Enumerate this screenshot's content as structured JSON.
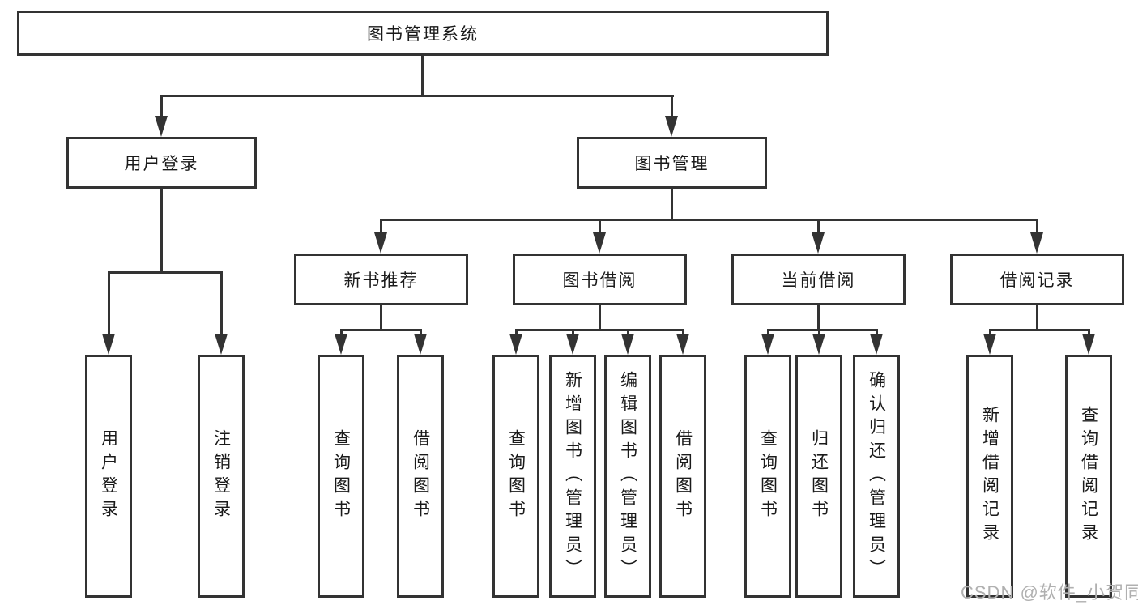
{
  "diagram": {
    "root": {
      "label": "图书管理系统"
    },
    "level2": [
      {
        "label": "用户登录"
      },
      {
        "label": "图书管理"
      }
    ],
    "level3": [
      {
        "label": "新书推荐",
        "parent": "图书管理"
      },
      {
        "label": "图书借阅",
        "parent": "图书管理"
      },
      {
        "label": "当前借阅",
        "parent": "图书管理"
      },
      {
        "label": "借阅记录",
        "parent": "图书管理"
      }
    ],
    "leaves": [
      {
        "label": "用户登录",
        "parent": "用户登录"
      },
      {
        "label": "注销登录",
        "parent": "用户登录"
      },
      {
        "label": "查询图书",
        "parent": "新书推荐"
      },
      {
        "label": "借阅图书",
        "parent": "新书推荐"
      },
      {
        "label": "查询图书",
        "parent": "图书借阅"
      },
      {
        "label": "新增图书（管理员）",
        "parent": "图书借阅"
      },
      {
        "label": "编辑图书（管理员）",
        "parent": "图书借阅"
      },
      {
        "label": "借阅图书",
        "parent": "图书借阅"
      },
      {
        "label": "查询图书",
        "parent": "当前借阅"
      },
      {
        "label": "归还图书",
        "parent": "当前借阅"
      },
      {
        "label": "确认归还（管理员）",
        "parent": "当前借阅"
      },
      {
        "label": "新增借阅记录",
        "parent": "借阅记录"
      },
      {
        "label": "查询借阅记录",
        "parent": "借阅记录"
      }
    ]
  },
  "colors": {
    "line": "#333333",
    "text": "#1a1a1a",
    "background": "#ffffff",
    "watermark": "#b0b0b0"
  },
  "watermark": {
    "text": "CSDN @软件_小贺同学"
  }
}
